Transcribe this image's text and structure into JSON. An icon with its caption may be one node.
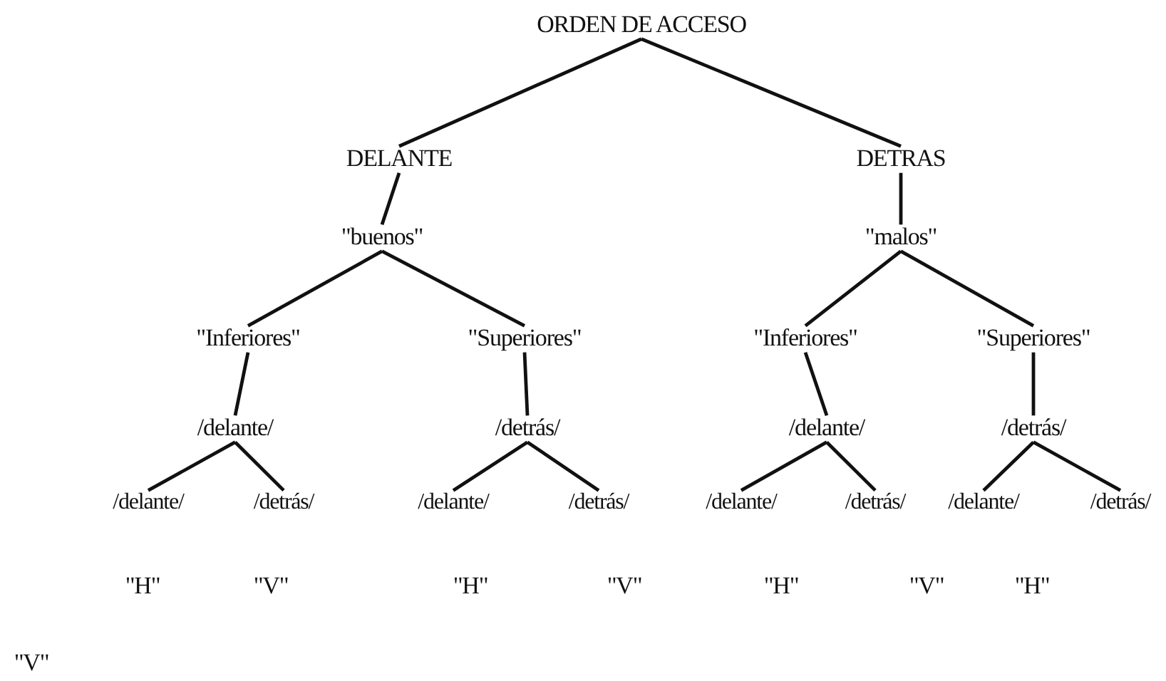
{
  "diagram": {
    "nodes": [
      {
        "text": [
          "ORDEN DE ACCESO"
        ]
      },
      {
        "text": [
          "DELANTE"
        ]
      },
      {
        "text": [
          "DETRAS"
        ]
      },
      {
        "text": [
          "\"buenos\""
        ]
      },
      {
        "text": [
          "\"malos\""
        ]
      },
      {
        "text": [
          "\"Inferiores\""
        ]
      },
      {
        "text": [
          "\"Superiores\""
        ]
      },
      {
        "text": [
          "\"Inferiores\""
        ]
      },
      {
        "text": [
          "\"Superiores\""
        ]
      },
      {
        "text": [
          "/delante/"
        ]
      },
      {
        "text": [
          "/detrás/"
        ]
      },
      {
        "text": [
          "/delante/"
        ]
      },
      {
        "text": [
          "/detrás/"
        ]
      },
      {
        "text": [
          "/delante/"
        ]
      },
      {
        "text": [
          "/detrás/"
        ]
      },
      {
        "text": [
          "/delante/"
        ]
      },
      {
        "text": [
          "/detrás/"
        ]
      },
      {
        "text": [
          "/delante/"
        ]
      },
      {
        "text": [
          "/detrás/"
        ]
      },
      {
        "text": [
          "/delante/"
        ]
      },
      {
        "text": [
          "/detrás/"
        ]
      }
    ],
    "edges": [
      {
        "from": 0,
        "to": 1,
        "arrow": "none"
      },
      {
        "from": 0,
        "to": 2,
        "arrow": "none"
      },
      {
        "from": 1,
        "to": 3,
        "arrow": "none"
      },
      {
        "from": 2,
        "to": 4,
        "arrow": "none"
      },
      {
        "from": 3,
        "to": 5,
        "arrow": "none"
      },
      {
        "from": 3,
        "to": 6,
        "arrow": "none"
      },
      {
        "from": 4,
        "to": 7,
        "arrow": "none"
      },
      {
        "from": 4,
        "to": 8,
        "arrow": "none"
      },
      {
        "from": 5,
        "to": 9,
        "arrow": "none"
      },
      {
        "from": 6,
        "to": 10,
        "arrow": "none"
      },
      {
        "from": 7,
        "to": 11,
        "arrow": "none"
      },
      {
        "from": 8,
        "to": 12,
        "arrow": "none"
      },
      {
        "from": 9,
        "to": 13,
        "arrow": "none"
      },
      {
        "from": 9,
        "to": 14,
        "arrow": "none"
      },
      {
        "from": 10,
        "to": 15,
        "arrow": "none"
      },
      {
        "from": 10,
        "to": 16,
        "arrow": "none"
      },
      {
        "from": 11,
        "to": 17,
        "arrow": "none"
      },
      {
        "from": 11,
        "to": 18,
        "arrow": "none"
      },
      {
        "from": 12,
        "to": 19,
        "arrow": "none"
      },
      {
        "from": 12,
        "to": 20,
        "arrow": "none"
      }
    ],
    "labels": [
      "\"H\"",
      "\"V\"",
      "\"H\"",
      "\"V\"",
      "\"H\"",
      "\"V\"",
      "\"H\"",
      "\"V\""
    ]
  }
}
